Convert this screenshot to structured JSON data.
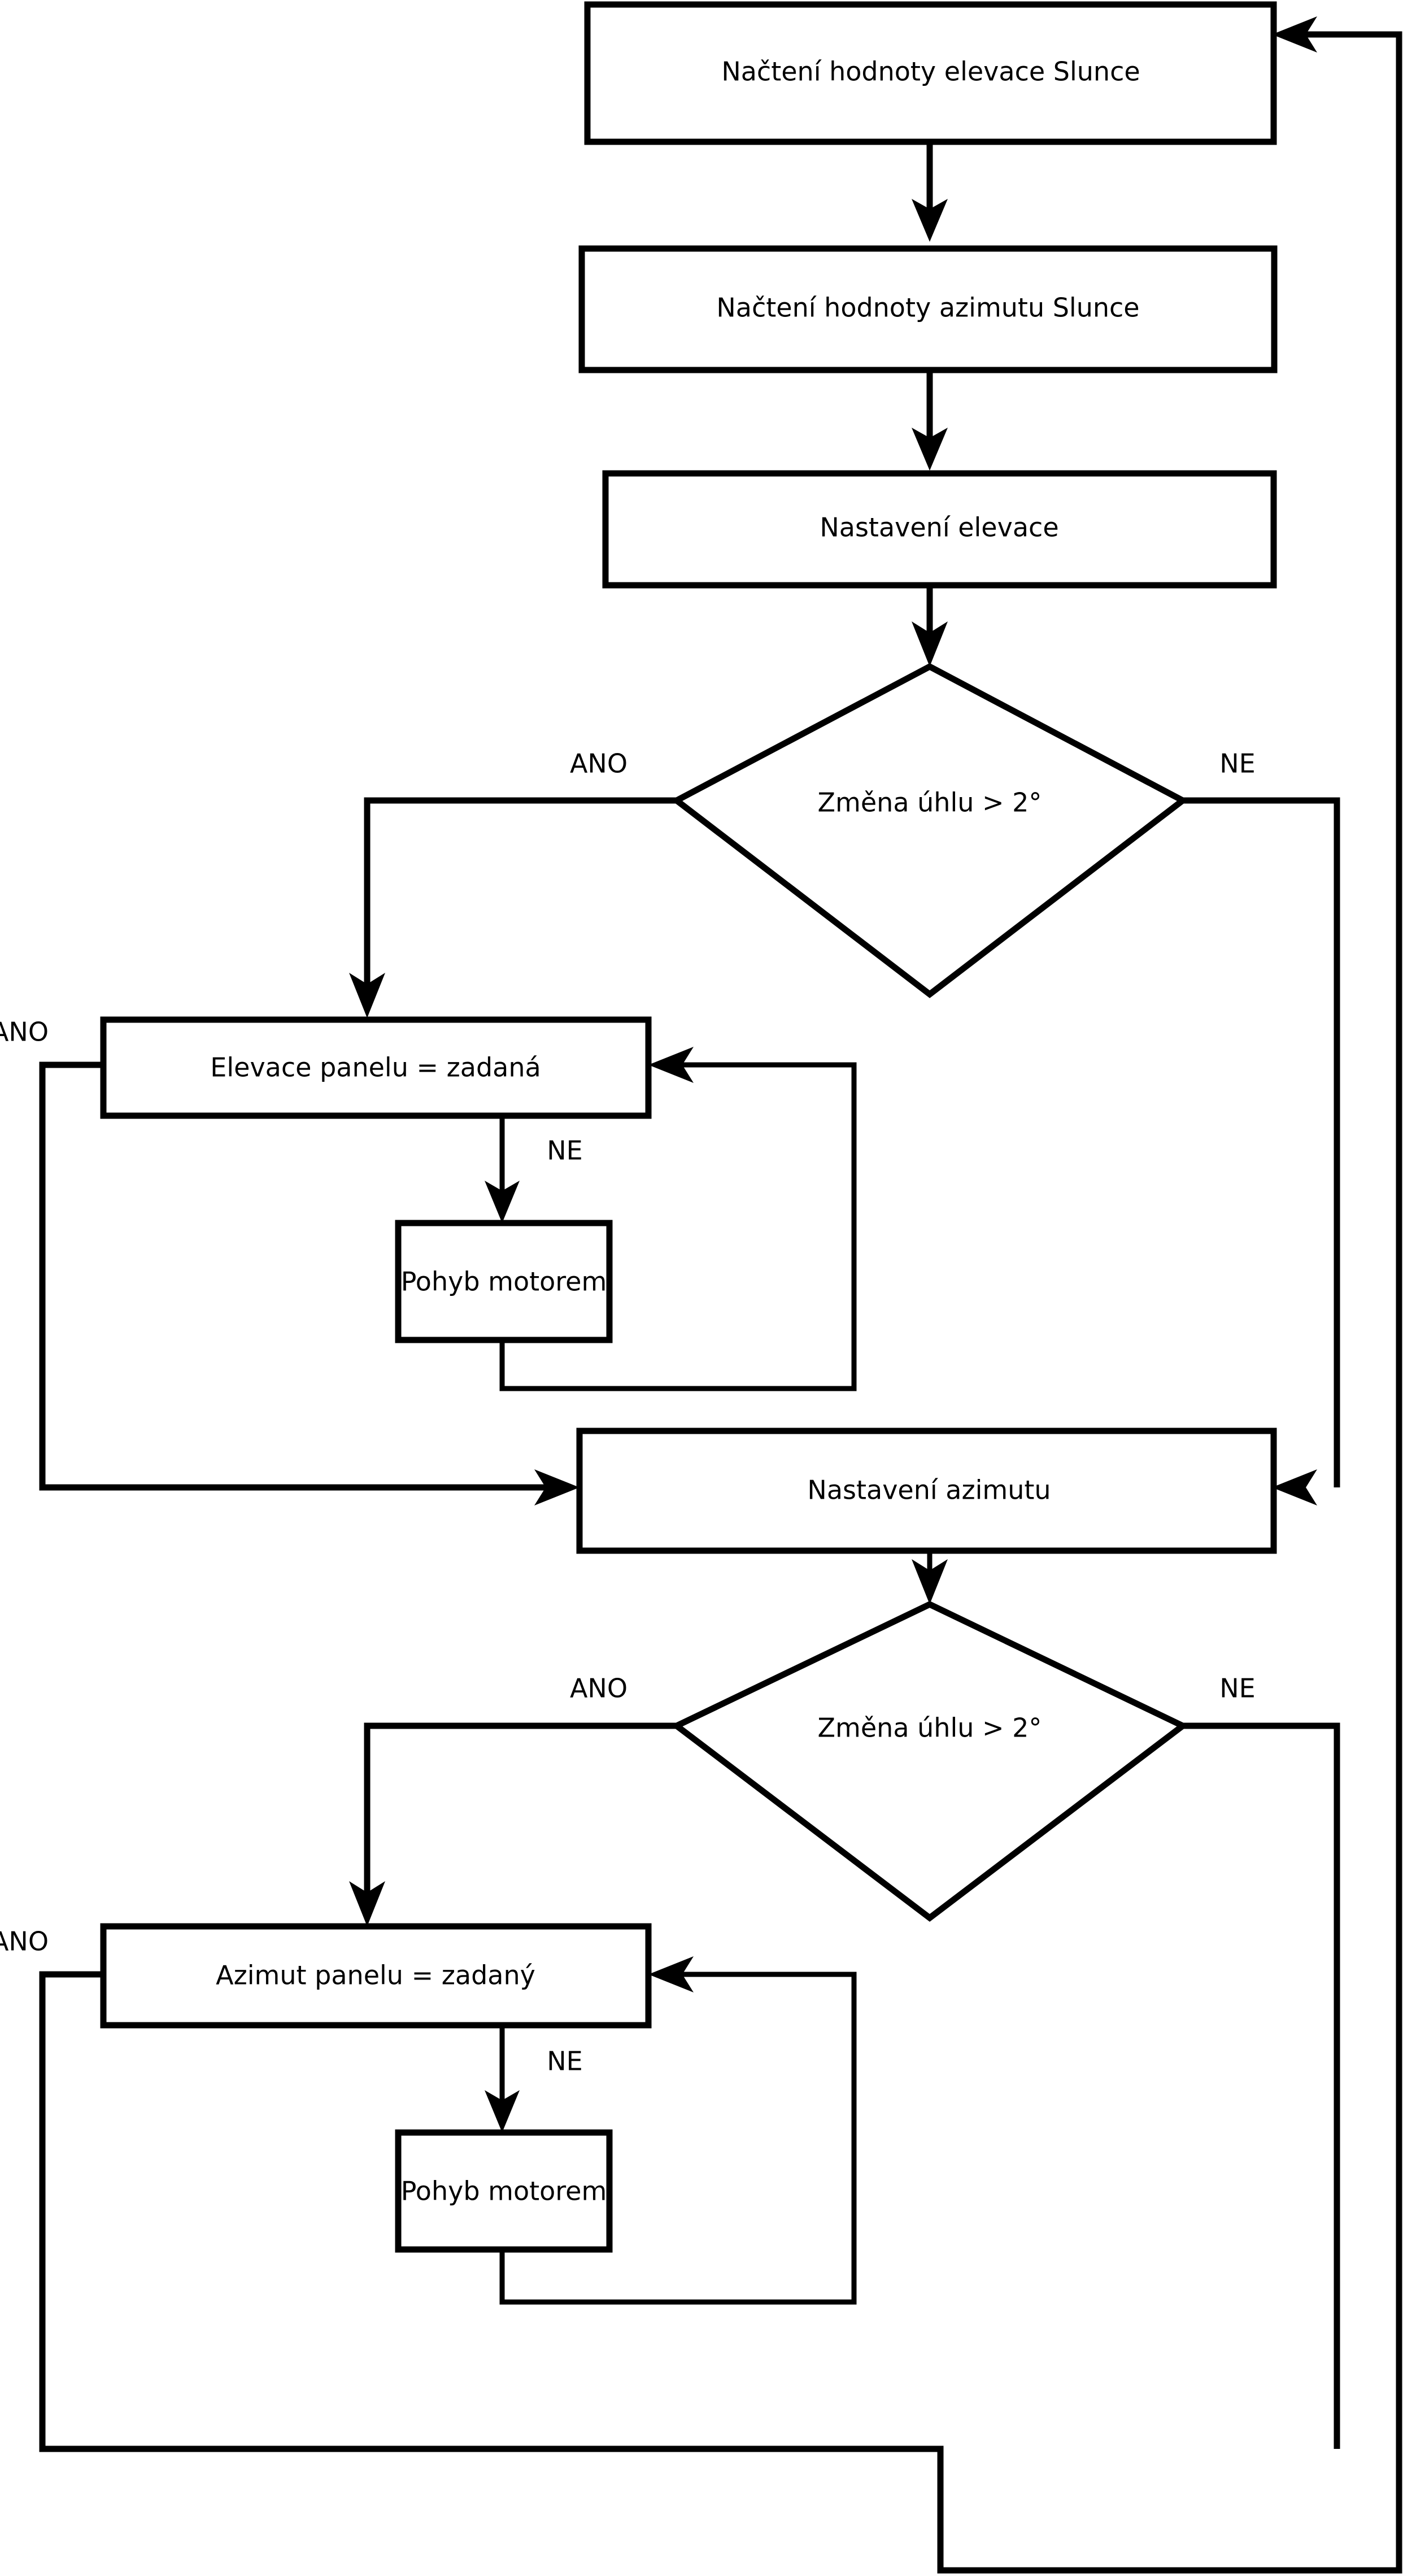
{
  "diagram": {
    "kind": "flowchart",
    "language": "cs",
    "background_color": "#ffffff",
    "line_color": "#000000",
    "node_fill_color": "#ffffff",
    "nodes": {
      "read_elevation": {
        "label": "Načtení hodnoty elevace Slunce",
        "shape": "process"
      },
      "read_azimuth": {
        "label": "Načtení hodnoty azimutu Slunce",
        "shape": "process"
      },
      "set_elevation": {
        "label": "Nastavení elevace",
        "shape": "process"
      },
      "decision_elevation": {
        "label": "Změna úhlu > 2°",
        "shape": "decision"
      },
      "panel_elevation_check": {
        "label": "Elevace panelu = zadaná",
        "shape": "process"
      },
      "motor_move_elevation": {
        "label": "Pohyb motorem",
        "shape": "process"
      },
      "set_azimuth": {
        "label": "Nastavení azimutu",
        "shape": "process"
      },
      "decision_azimuth": {
        "label": "Změna úhlu > 2°",
        "shape": "decision"
      },
      "panel_azimuth_check": {
        "label": "Azimut panelu = zadaný",
        "shape": "process"
      },
      "motor_move_azimuth": {
        "label": "Pohyb motorem",
        "shape": "process"
      }
    },
    "edge_labels": {
      "elev_decision_yes": "ANO",
      "elev_decision_no": "NE",
      "elev_panel_yes": "ANO",
      "elev_panel_no": "NE",
      "azim_decision_yes": "ANO",
      "azim_decision_no": "NE",
      "azim_panel_yes": "ANO",
      "azim_panel_no": "NE"
    }
  }
}
